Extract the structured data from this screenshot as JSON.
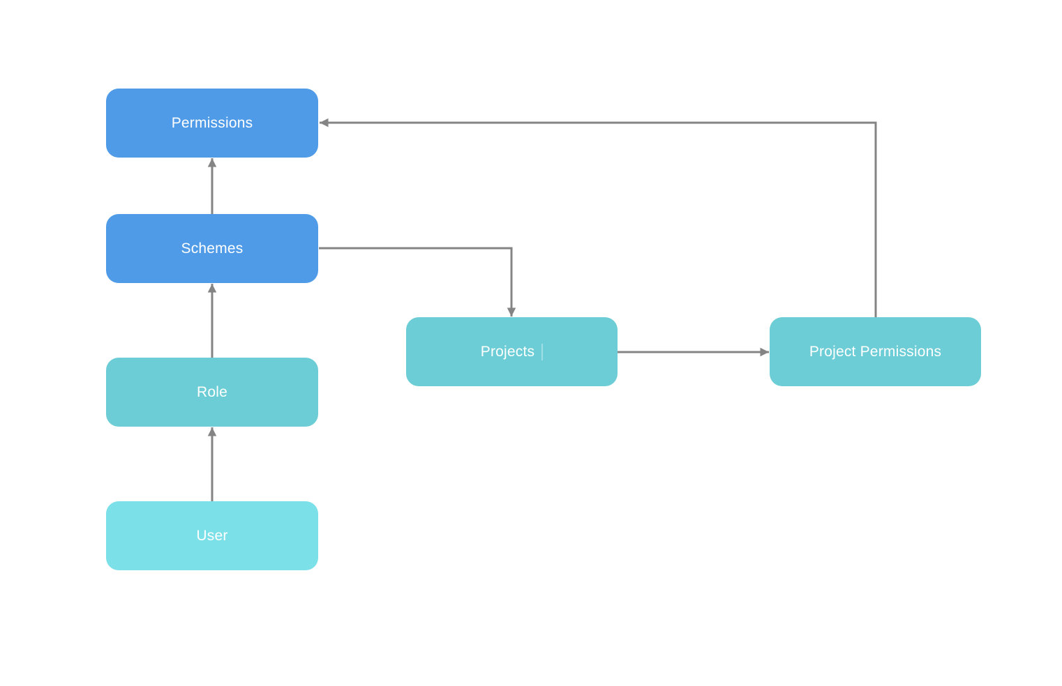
{
  "diagram": {
    "background_color": "#ffffff",
    "connector_color": "#848484",
    "label_color": "#ffffff",
    "nodes": [
      {
        "id": "permissions",
        "label": "Permissions",
        "color": "#4f9be8"
      },
      {
        "id": "schemes",
        "label": "Schemes",
        "color": "#4f9be8"
      },
      {
        "id": "role",
        "label": "Role",
        "color": "#6ccdd6"
      },
      {
        "id": "user",
        "label": "User",
        "color": "#7be0e8"
      },
      {
        "id": "projects",
        "label": "Projects",
        "color": "#6ccdd6"
      },
      {
        "id": "project_permissions",
        "label": "Project Permissions",
        "color": "#6ccdd6"
      }
    ],
    "edges": [
      {
        "from": "user",
        "to": "role",
        "style": "arrow"
      },
      {
        "from": "role",
        "to": "schemes",
        "style": "arrow"
      },
      {
        "from": "schemes",
        "to": "permissions",
        "style": "arrow"
      },
      {
        "from": "schemes",
        "to": "projects",
        "style": "arrow"
      },
      {
        "from": "projects",
        "to": "project_permissions",
        "style": "arrow"
      },
      {
        "from": "project_permissions",
        "to": "permissions",
        "style": "arrow"
      }
    ]
  }
}
